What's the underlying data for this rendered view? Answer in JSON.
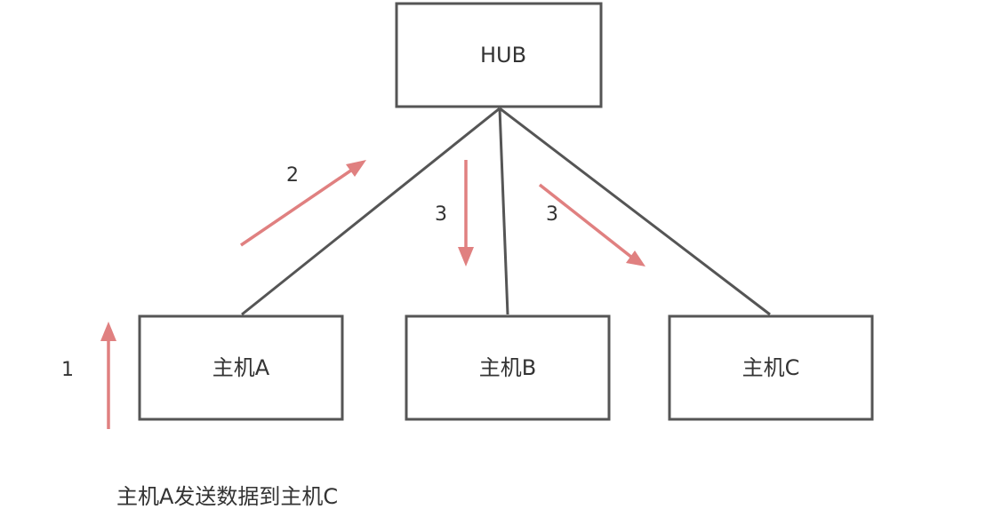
{
  "nodes": {
    "hub": {
      "label": "HUB"
    },
    "host_a": {
      "label": "主机A"
    },
    "host_b": {
      "label": "主机B"
    },
    "host_c": {
      "label": "主机C"
    }
  },
  "steps": {
    "step1": "1",
    "step2": "2",
    "step3_b": "3",
    "step3_c": "3"
  },
  "caption": "主机A发送数据到主机C",
  "colors": {
    "box_stroke": "#555555",
    "arrow": "#e08080",
    "text": "#333333"
  }
}
